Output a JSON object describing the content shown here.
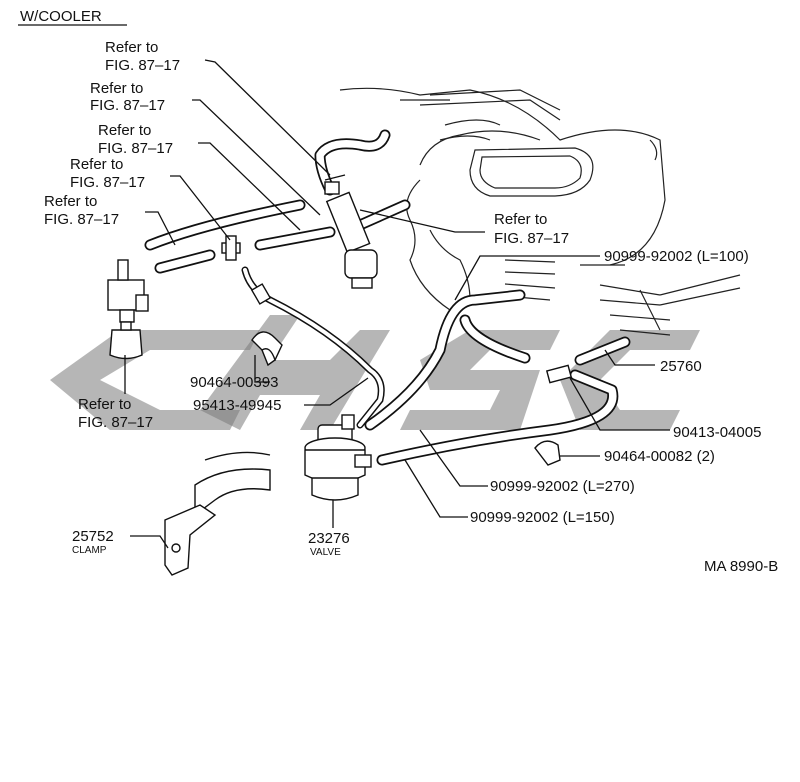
{
  "heading": "W/COOLER",
  "diagram_code": "MA 8990-B",
  "refer_labels": [
    {
      "line1": "Refer to",
      "line2": "FIG. 87–17"
    },
    {
      "line1": "Refer to",
      "line2": "FIG. 87–17"
    },
    {
      "line1": "Refer to",
      "line2": "FIG. 87–17"
    },
    {
      "line1": "Refer to",
      "line2": "FIG. 87–17"
    },
    {
      "line1": "Refer to",
      "line2": "FIG. 87–17"
    },
    {
      "line1": "Refer to",
      "line2": "FIG. 87–17"
    },
    {
      "line1": "Refer to",
      "line2": "FIG. 87–17"
    }
  ],
  "parts": {
    "hose_100": "90999-92002 (L=100)",
    "hose_270": "90999-92002 (L=270)",
    "hose_150": "90999-92002 (L=150)",
    "part_25760": "25760",
    "part_90413": "90413-04005",
    "part_90464_82": "90464-00082 (2)",
    "part_90464_93": "90464-00393",
    "part_95413": "95413-49945",
    "clamp_number": "25752",
    "clamp_name": "CLAMP",
    "valve_number": "23276",
    "valve_name": "VALVE"
  }
}
